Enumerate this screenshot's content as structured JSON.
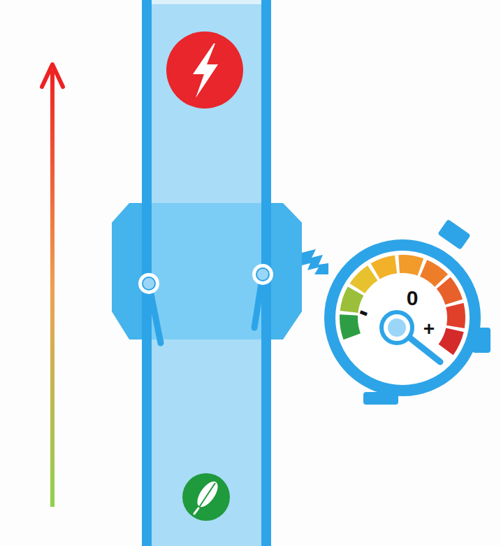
{
  "diagram": {
    "labels": [
      "-",
      "0",
      "+"
    ]
  }
}
